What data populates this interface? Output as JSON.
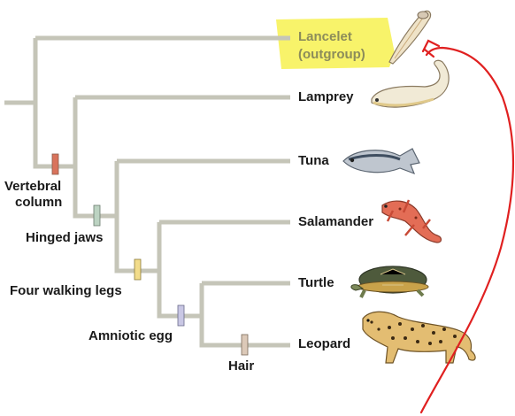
{
  "diagram": {
    "taxa": [
      {
        "id": "lancelet",
        "label_lines": [
          "Lancelet",
          "(outgroup)"
        ],
        "highlighted": true,
        "icon": "lancelet-image"
      },
      {
        "id": "lamprey",
        "label_lines": [
          "Lamprey"
        ],
        "icon": "lamprey-image"
      },
      {
        "id": "tuna",
        "label_lines": [
          "Tuna"
        ],
        "icon": "tuna-image"
      },
      {
        "id": "salamander",
        "label_lines": [
          "Salamander"
        ],
        "icon": "salamander-image"
      },
      {
        "id": "turtle",
        "label_lines": [
          "Turtle"
        ],
        "icon": "turtle-image"
      },
      {
        "id": "leopard",
        "label_lines": [
          "Leopard"
        ],
        "icon": "leopard-image"
      }
    ],
    "traits": [
      {
        "id": "vertebral-column",
        "label_lines": [
          "Vertebral",
          "column"
        ],
        "color": "#d9735c"
      },
      {
        "id": "hinged-jaws",
        "label_lines": [
          "Hinged jaws"
        ],
        "color": "#bcd3c2"
      },
      {
        "id": "four-walking-legs",
        "label_lines": [
          "Four walking legs"
        ],
        "color": "#f2dc8a"
      },
      {
        "id": "amniotic-egg",
        "label_lines": [
          "Amniotic egg"
        ],
        "color": "#c9c7e4"
      },
      {
        "id": "hair",
        "label_lines": [
          "Hair"
        ],
        "color": "#dcc9b8"
      }
    ],
    "colors": {
      "branch": "#c5c5b8",
      "highlight": "#f7f25a",
      "annotation_arrow": "#e02020"
    }
  }
}
